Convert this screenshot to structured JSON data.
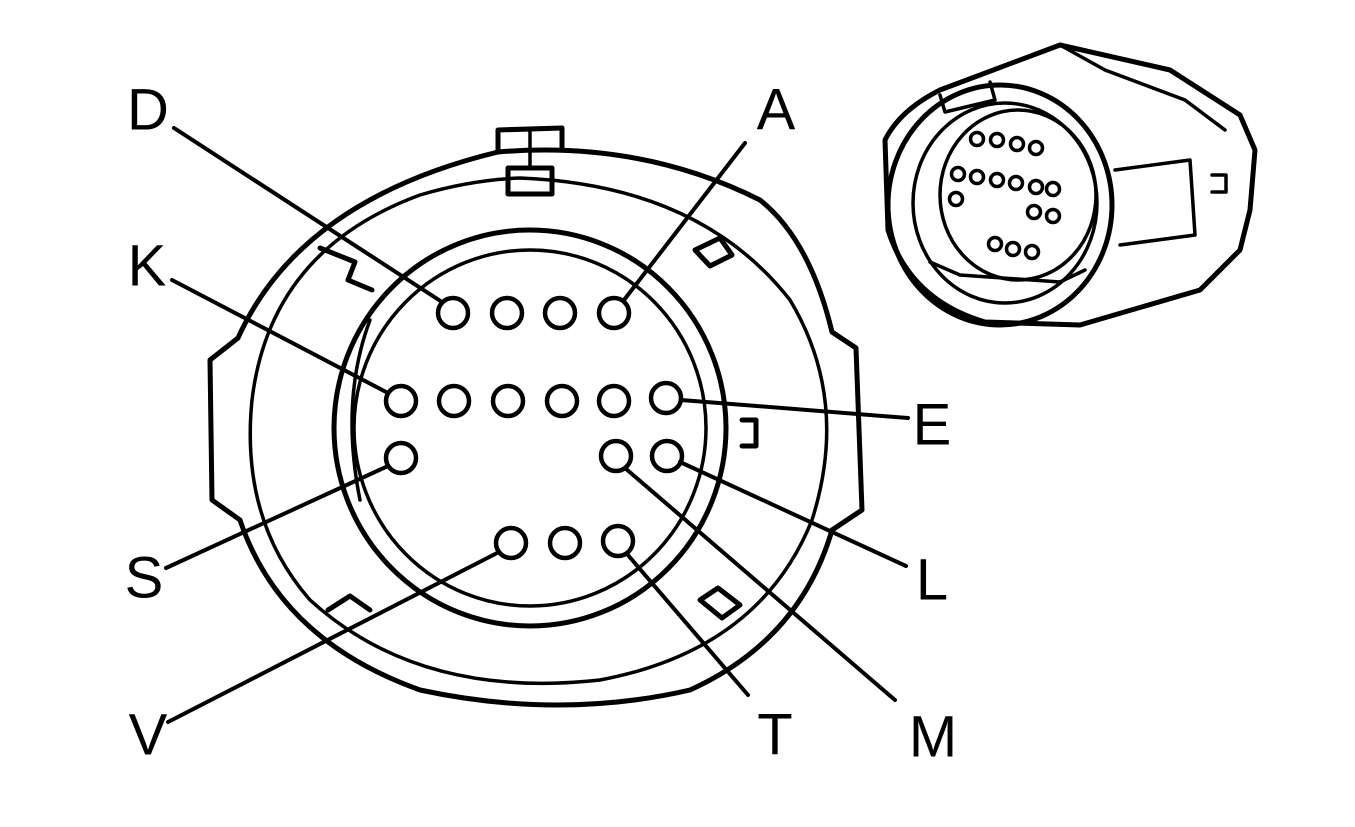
{
  "diagram": {
    "labels": {
      "D": "D",
      "A": "A",
      "K": "K",
      "E": "E",
      "S": "S",
      "L": "L",
      "V": "V",
      "T": "T",
      "M": "M"
    }
  }
}
